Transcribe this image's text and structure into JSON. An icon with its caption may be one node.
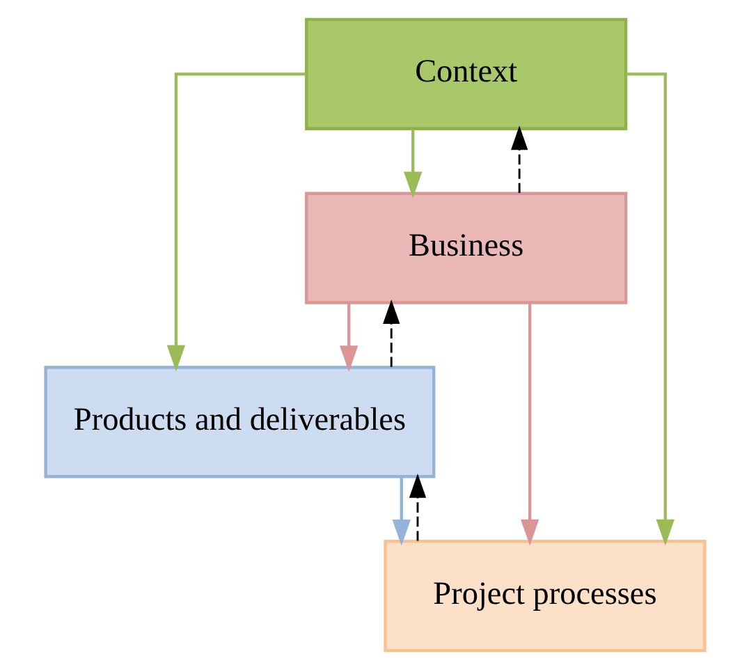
{
  "diagram": {
    "nodes": [
      {
        "text": [
          "Context"
        ]
      },
      {
        "text": [
          "Business"
        ]
      },
      {
        "text": [
          "Products and deliverables"
        ]
      },
      {
        "text": [
          "Project processes"
        ]
      }
    ],
    "edges": [
      {
        "from": 0,
        "to": 1,
        "arrow": "to",
        "color": "#9bbb59"
      },
      {
        "from": 0,
        "to": 2,
        "arrow": "to",
        "color": "#9bbb59"
      },
      {
        "from": 0,
        "to": 3,
        "arrow": "to",
        "color": "#9bbb59"
      },
      {
        "from": 1,
        "to": 2,
        "arrow": "to",
        "color": "#d99694"
      },
      {
        "from": 1,
        "to": 3,
        "arrow": "to",
        "color": "#d99694"
      },
      {
        "from": 2,
        "to": 3,
        "arrow": "to",
        "color": "#95b3d7"
      },
      {
        "from": 1,
        "to": 0,
        "arrow": "to",
        "style": "dashed",
        "color": "#000000"
      },
      {
        "from": 2,
        "to": 1,
        "arrow": "to",
        "style": "dashed",
        "color": "#000000"
      },
      {
        "from": 3,
        "to": 2,
        "arrow": "to",
        "style": "dashed",
        "color": "#000000"
      }
    ]
  }
}
